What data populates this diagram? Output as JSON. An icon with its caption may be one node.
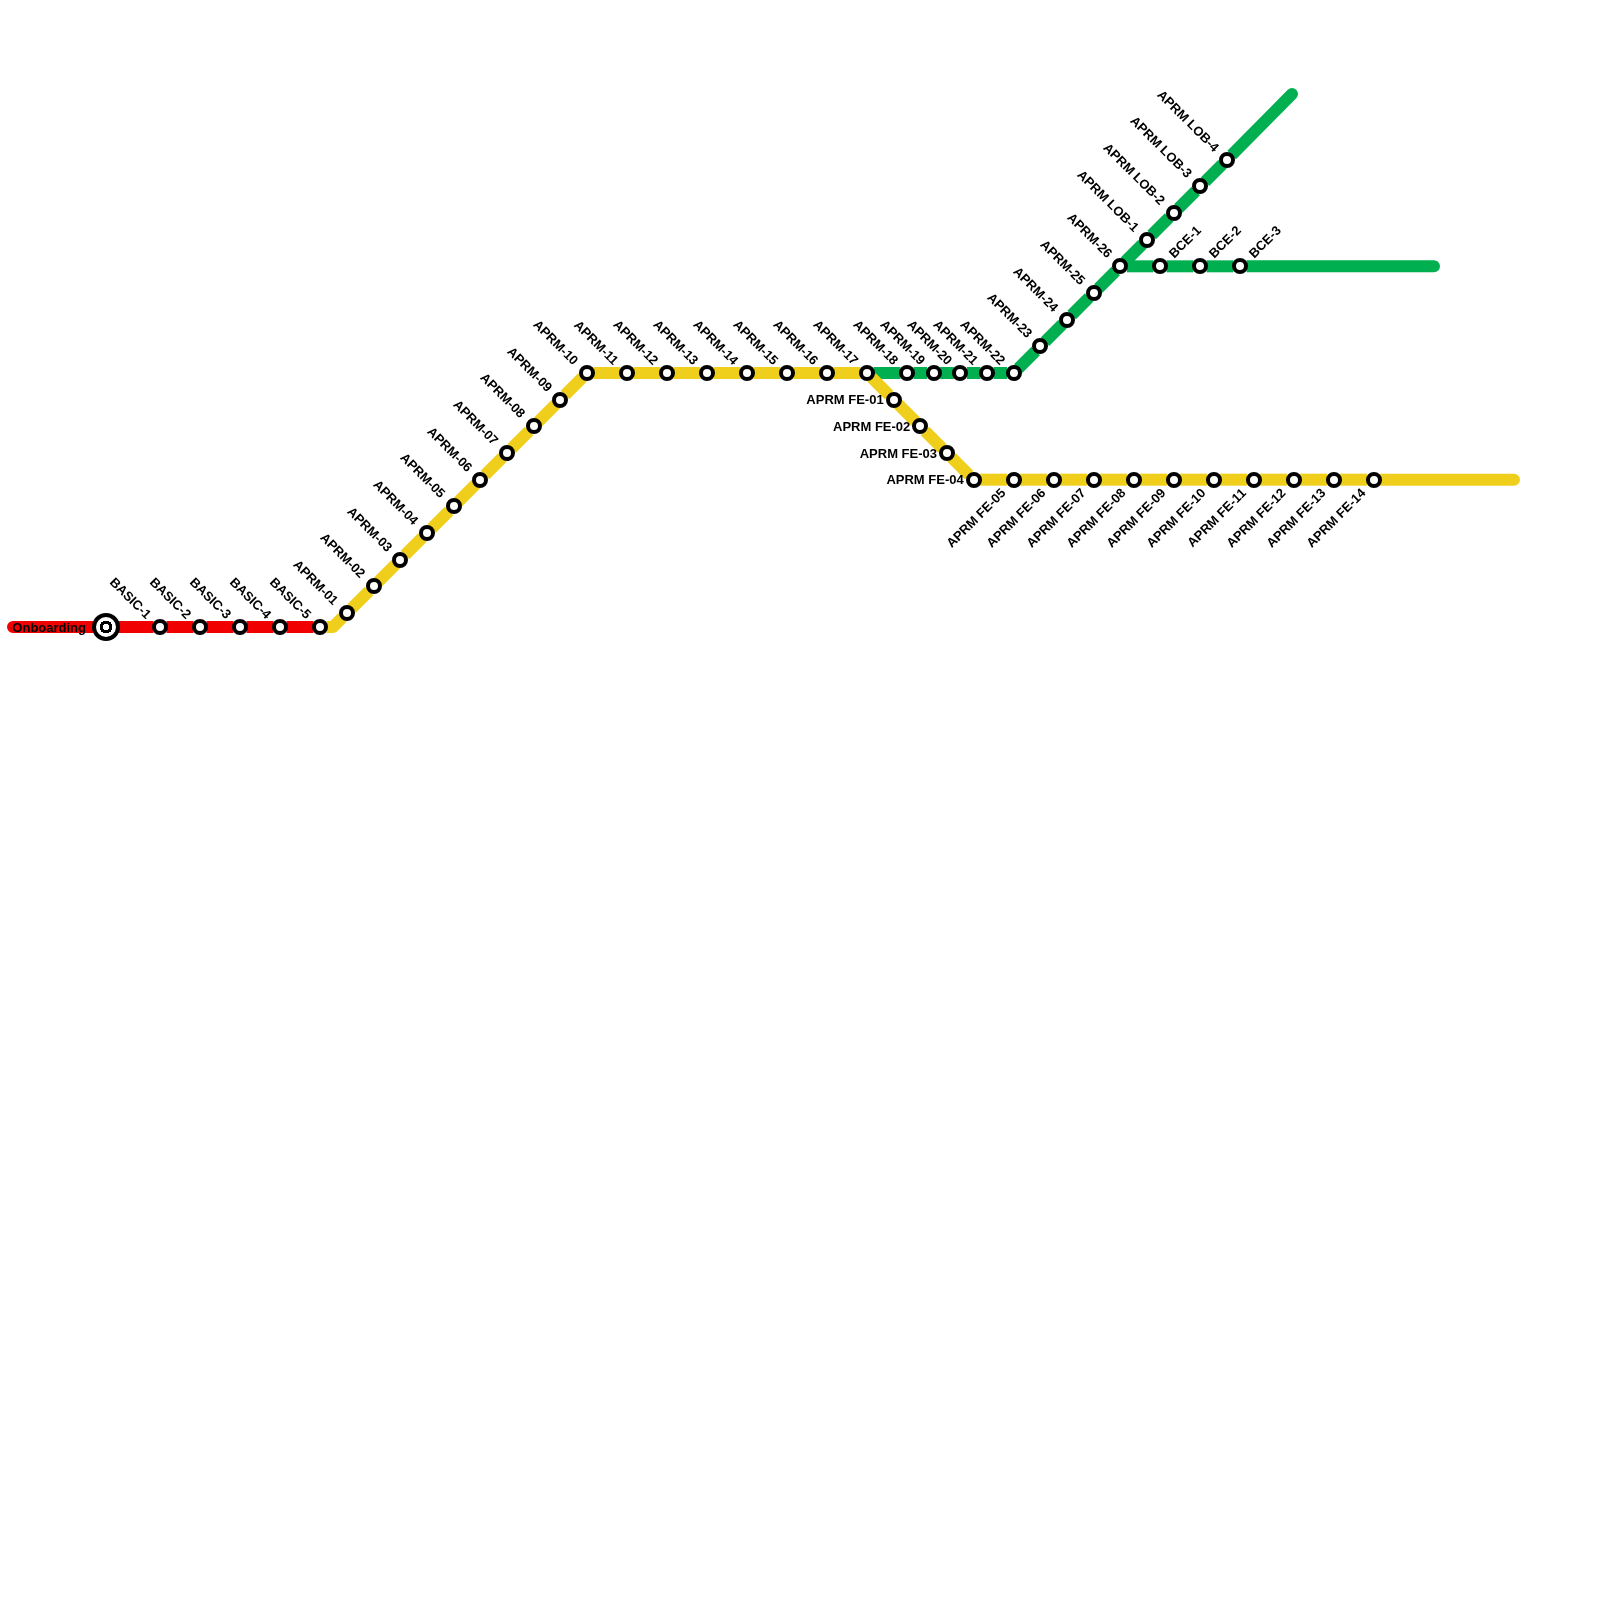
{
  "diagram": {
    "nodes": [
      {
        "text": [
          "Onboarding"
        ]
      },
      {
        "text": [
          "BASIC-1"
        ]
      },
      {
        "text": [
          "BASIC-2"
        ]
      },
      {
        "text": [
          "BASIC-3"
        ]
      },
      {
        "text": [
          "BASIC-4"
        ]
      },
      {
        "text": [
          "BASIC-5"
        ]
      },
      {
        "text": [
          "APRM-01"
        ]
      },
      {
        "text": [
          "APRM-02"
        ]
      },
      {
        "text": [
          "APRM-03"
        ]
      },
      {
        "text": [
          "APRM-04"
        ]
      },
      {
        "text": [
          "APRM-05"
        ]
      },
      {
        "text": [
          "APRM-06"
        ]
      },
      {
        "text": [
          "APRM-07"
        ]
      },
      {
        "text": [
          "APRM-08"
        ]
      },
      {
        "text": [
          "APRM-09"
        ]
      },
      {
        "text": [
          "APRM-10"
        ]
      },
      {
        "text": [
          "APRM-11"
        ]
      },
      {
        "text": [
          "APRM-12"
        ]
      },
      {
        "text": [
          "APRM-13"
        ]
      },
      {
        "text": [
          "APRM-14"
        ]
      },
      {
        "text": [
          "APRM-15"
        ]
      },
      {
        "text": [
          "APRM-16"
        ]
      },
      {
        "text": [
          "APRM-17"
        ]
      },
      {
        "text": [
          "APRM-18"
        ]
      },
      {
        "text": [
          "APRM-19"
        ]
      },
      {
        "text": [
          "APRM-20"
        ]
      },
      {
        "text": [
          "APRM-21"
        ]
      },
      {
        "text": [
          "APRM-22"
        ]
      },
      {
        "text": [
          "APRM-23"
        ]
      },
      {
        "text": [
          "APRM-24"
        ]
      },
      {
        "text": [
          "APRM-25"
        ]
      },
      {
        "text": [
          "APRM-26"
        ]
      },
      {
        "text": [
          "APRM LOB-1"
        ]
      },
      {
        "text": [
          "APRM LOB-2"
        ]
      },
      {
        "text": [
          "APRM LOB-3"
        ]
      },
      {
        "text": [
          "APRM LOB-4"
        ]
      },
      {
        "text": [
          "BCE-1"
        ]
      },
      {
        "text": [
          "BCE-2"
        ]
      },
      {
        "text": [
          "BCE-3"
        ]
      },
      {
        "text": [
          "APRM FE-01"
        ]
      },
      {
        "text": [
          "APRM FE-02"
        ]
      },
      {
        "text": [
          "APRM FE-03"
        ]
      },
      {
        "text": [
          "APRM FE-04"
        ]
      },
      {
        "text": [
          "APRM FE-05"
        ]
      },
      {
        "text": [
          "APRM FE-06"
        ]
      },
      {
        "text": [
          "APRM FE-07"
        ]
      },
      {
        "text": [
          "APRM FE-08"
        ]
      },
      {
        "text": [
          "APRM FE-09"
        ]
      },
      {
        "text": [
          "APRM FE-10"
        ]
      },
      {
        "text": [
          "APRM FE-11"
        ]
      },
      {
        "text": [
          "APRM FE-12"
        ]
      },
      {
        "text": [
          "APRM FE-13"
        ]
      },
      {
        "text": [
          "APRM FE-14"
        ]
      }
    ],
    "edges": [
      {
        "from": null,
        "to": 0,
        "arrow": "none",
        "color": "#f00000"
      },
      {
        "from": 0,
        "to": 1,
        "arrow": "none",
        "color": "#f00000"
      },
      {
        "from": 1,
        "to": 2,
        "arrow": "none",
        "color": "#f00000"
      },
      {
        "from": 2,
        "to": 3,
        "arrow": "none",
        "color": "#f00000"
      },
      {
        "from": 3,
        "to": 4,
        "arrow": "none",
        "color": "#f00000"
      },
      {
        "from": 4,
        "to": 5,
        "arrow": "none",
        "color": "#f00000"
      },
      {
        "from": 5,
        "to": 6,
        "arrow": "none"
      },
      {
        "from": 6,
        "to": 7,
        "arrow": "none"
      },
      {
        "from": 7,
        "to": 8,
        "arrow": "none"
      },
      {
        "from": 8,
        "to": 9,
        "arrow": "none"
      },
      {
        "from": 9,
        "to": 10,
        "arrow": "none"
      },
      {
        "from": 10,
        "to": 11,
        "arrow": "none"
      },
      {
        "from": 11,
        "to": 12,
        "arrow": "none"
      },
      {
        "from": 12,
        "to": 13,
        "arrow": "none"
      },
      {
        "from": 13,
        "to": 14,
        "arrow": "none"
      },
      {
        "from": 14,
        "to": 15,
        "arrow": "none"
      },
      {
        "from": 15,
        "to": 16,
        "arrow": "none"
      },
      {
        "from": 16,
        "to": 17,
        "arrow": "none"
      },
      {
        "from": 17,
        "to": 18,
        "arrow": "none"
      },
      {
        "from": 18,
        "to": 19,
        "arrow": "none"
      },
      {
        "from": 19,
        "to": 20,
        "arrow": "none"
      },
      {
        "from": 20,
        "to": 21,
        "arrow": "none"
      },
      {
        "from": 21,
        "to": 22,
        "arrow": "none"
      },
      {
        "from": 22,
        "to": 23,
        "arrow": "none",
        "color": "#00b050"
      },
      {
        "from": 23,
        "to": 24,
        "arrow": "none",
        "color": "#00b050"
      },
      {
        "from": 24,
        "to": 25,
        "arrow": "none",
        "color": "#00b050"
      },
      {
        "from": 25,
        "to": 26,
        "arrow": "none",
        "color": "#00b050"
      },
      {
        "from": 26,
        "to": 27,
        "arrow": "none",
        "color": "#00b050"
      },
      {
        "from": 27,
        "to": 28,
        "arrow": "none",
        "color": "#00b050"
      },
      {
        "from": 28,
        "to": 29,
        "arrow": "none",
        "color": "#00b050"
      },
      {
        "from": 29,
        "to": 30,
        "arrow": "none",
        "color": "#00b050"
      },
      {
        "from": 30,
        "to": 31,
        "arrow": "none",
        "color": "#00b050"
      },
      {
        "from": 31,
        "to": 32,
        "arrow": "none",
        "color": "#00b050"
      },
      {
        "from": 32,
        "to": 33,
        "arrow": "none",
        "color": "#00b050"
      },
      {
        "from": 33,
        "to": 34,
        "arrow": "none",
        "color": "#00b050"
      },
      {
        "from": 34,
        "to": 35,
        "arrow": "none",
        "color": "#00b050"
      },
      {
        "from": 35,
        "to": null,
        "arrow": "none",
        "color": "#00b050"
      },
      {
        "from": 31,
        "to": 36,
        "arrow": "none",
        "color": "#00b050"
      },
      {
        "from": 36,
        "to": 37,
        "arrow": "none",
        "color": "#00b050"
      },
      {
        "from": 37,
        "to": 38,
        "arrow": "none",
        "color": "#00b050"
      },
      {
        "from": 38,
        "to": null,
        "arrow": "none",
        "color": "#00b050"
      },
      {
        "from": 22,
        "to": 39,
        "arrow": "none"
      },
      {
        "from": 39,
        "to": 40,
        "arrow": "none"
      },
      {
        "from": 40,
        "to": 41,
        "arrow": "none"
      },
      {
        "from": 41,
        "to": 42,
        "arrow": "none"
      },
      {
        "from": 42,
        "to": 43,
        "arrow": "none"
      },
      {
        "from": 43,
        "to": 44,
        "arrow": "none"
      },
      {
        "from": 44,
        "to": 45,
        "arrow": "none"
      },
      {
        "from": 45,
        "to": 46,
        "arrow": "none"
      },
      {
        "from": 46,
        "to": 47,
        "arrow": "none"
      },
      {
        "from": 47,
        "to": 48,
        "arrow": "none"
      },
      {
        "from": 48,
        "to": 49,
        "arrow": "none"
      },
      {
        "from": 49,
        "to": 50,
        "arrow": "none"
      },
      {
        "from": 50,
        "to": 51,
        "arrow": "none"
      },
      {
        "from": 51,
        "to": 52,
        "arrow": "none"
      },
      {
        "from": 52,
        "to": null,
        "arrow": "none"
      }
    ]
  }
}
